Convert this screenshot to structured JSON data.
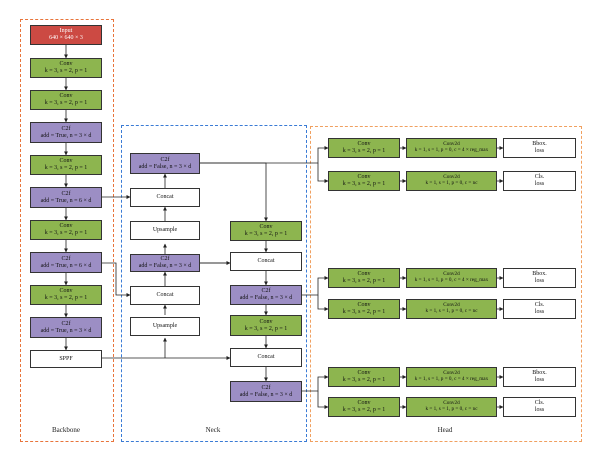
{
  "colors": {
    "input": "#cc4a43",
    "conv": "#8db54f",
    "c2f": "#9c8ec4",
    "plain": "#ffffff",
    "backbone_border": "#e8743b",
    "neck_border": "#3a7bd5",
    "head_border": "#f0a060"
  },
  "regions": {
    "backbone": "Backbone",
    "neck": "Neck",
    "head": "Head"
  },
  "backbone": {
    "input": {
      "l1": "Input",
      "l2": "640 × 640 × 3"
    },
    "conv1": {
      "l1": "Conv",
      "l2": "k = 3, s = 2, p = 1"
    },
    "conv2": {
      "l1": "Conv",
      "l2": "k = 3, s = 2, p = 1"
    },
    "c2f1": {
      "l1": "C2f",
      "l2": "add = True, n = 3 × d"
    },
    "conv3": {
      "l1": "Conv",
      "l2": "k = 3, s = 2, p = 1"
    },
    "c2f2": {
      "l1": "C2f",
      "l2": "add = True, n = 6 × d"
    },
    "conv4": {
      "l1": "Conv",
      "l2": "k = 3, s = 2, p = 1"
    },
    "c2f3": {
      "l1": "C2f",
      "l2": "add = True, n = 6 × d"
    },
    "conv5": {
      "l1": "Conv",
      "l2": "k = 3, s = 2, p = 1"
    },
    "c2f4": {
      "l1": "C2f",
      "l2": "add = True, n = 3 × d"
    },
    "sppf": {
      "l1": "SPPF"
    }
  },
  "neck": {
    "c2f_top": {
      "l1": "C2f",
      "l2": "add = False, n = 3 × d"
    },
    "concat1": {
      "l1": "Concat"
    },
    "upsample1": {
      "l1": "Upsample"
    },
    "c2f_mid": {
      "l1": "C2f",
      "l2": "add = False, n = 3 × d"
    },
    "concat2": {
      "l1": "Concat"
    },
    "upsample2": {
      "l1": "Upsample"
    },
    "conv_a": {
      "l1": "Conv",
      "l2": "k = 3, s = 2, p = 1"
    },
    "concat3": {
      "l1": "Concat"
    },
    "c2f_r1": {
      "l1": "C2f",
      "l2": "add = False, n = 3 × d"
    },
    "conv_b": {
      "l1": "Conv",
      "l2": "k = 3, s = 2, p = 1"
    },
    "concat4": {
      "l1": "Concat"
    },
    "c2f_r2": {
      "l1": "C2f",
      "l2": "add = False, n = 3 × d"
    }
  },
  "head": {
    "conv": {
      "l1": "Conv",
      "l2": "k = 3, s = 2, p = 1"
    },
    "conv2d_bbox": {
      "l1": "Conv2d",
      "l2": "k = 1, s = 1, p = 0, c = 4 × reg_max"
    },
    "conv2d_cls": {
      "l1": "Conv2d",
      "l2": "k = 1, s = 1, p = 0, c = nc"
    },
    "bbox_loss": {
      "l1": "Bbox.",
      "l2": "loss"
    },
    "cls_loss": {
      "l1": "Cls.",
      "l2": "loss"
    }
  }
}
